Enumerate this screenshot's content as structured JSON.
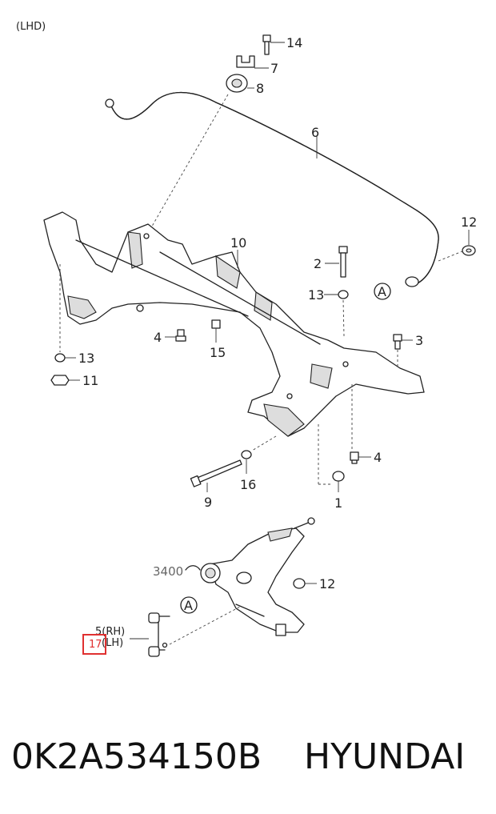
{
  "header": {
    "variant": "(LHD)"
  },
  "callouts": {
    "c14": "14",
    "c7": "7",
    "c8": "8",
    "c6": "6",
    "c12a": "12",
    "c10": "10",
    "c2": "2",
    "c13a": "13",
    "c13b": "13",
    "c11": "11",
    "c4a": "4",
    "c15": "15",
    "c3": "3",
    "c4b": "4",
    "c16": "16",
    "c9": "9",
    "c1": "1",
    "c3400": "3400",
    "c12b": "12",
    "c5": "5(RH)",
    "c17": "17",
    "c17suffix": "(LH)",
    "refA1": "A",
    "refA2": "A"
  },
  "footer": {
    "part_number": "0K2A534150B",
    "brand": "HYUNDAI"
  },
  "highlight_color": "#e03030"
}
